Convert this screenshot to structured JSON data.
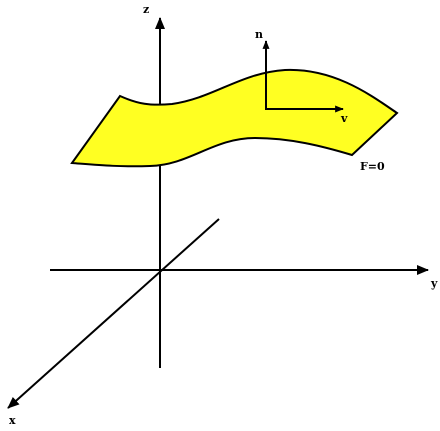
{
  "labels": {
    "z_axis": "z",
    "y_axis": "y",
    "x_axis": "x",
    "normal": "n",
    "tangent": "v",
    "surface": "F=0"
  },
  "colors": {
    "surface_fill": "#ffff22",
    "stroke": "#000000",
    "background": "#ffffff"
  }
}
